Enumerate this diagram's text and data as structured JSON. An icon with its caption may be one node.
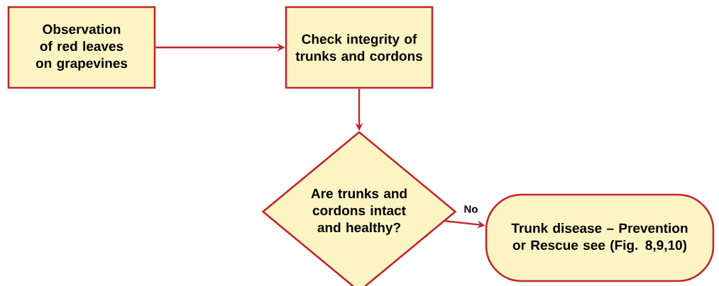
{
  "diagram": {
    "nodes": [
      {
        "text": [
          "Observation of red leaves on grapevines"
        ]
      },
      {
        "text": [
          "Check integrity of trunks and cordons"
        ]
      },
      {
        "text": [
          "Are trunks and cordons intact and healthy?"
        ]
      },
      {
        "text": [
          "Trunk disease – Prevention or Rescue see (Fig. 8,9,10)"
        ]
      }
    ],
    "edges": [
      {
        "from": 0,
        "to": 1,
        "arrow": "to"
      },
      {
        "from": 1,
        "to": 2,
        "arrow": "to"
      },
      {
        "from": 2,
        "to": 3,
        "arrow": "to",
        "label": "No"
      }
    ]
  }
}
